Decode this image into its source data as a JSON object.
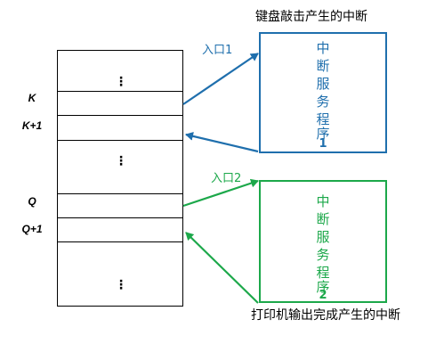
{
  "captions": {
    "top": "键盘敲击产生的中断",
    "bottom": "打印机输出完成产生的中断"
  },
  "row_labels": {
    "k": "K",
    "k_plus_1": "K+1",
    "q": "Q",
    "q_plus_1": "Q+1"
  },
  "ellipsis": "⋮",
  "services": [
    {
      "chars": [
        "中",
        "断",
        "服",
        "务",
        "程",
        "序"
      ],
      "number": "1",
      "entry_label": "入口1",
      "color": "#1f6fad"
    },
    {
      "chars": [
        "中",
        "断",
        "服",
        "务",
        "程",
        "序"
      ],
      "number": "2",
      "entry_label": "入口2",
      "color": "#1ca84a"
    }
  ]
}
